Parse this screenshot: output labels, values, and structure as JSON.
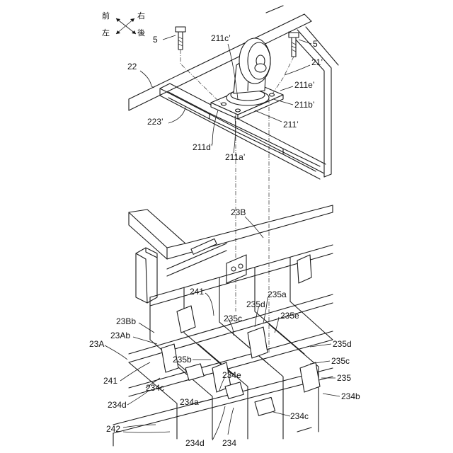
{
  "direction_legend": {
    "front": "前",
    "right": "右",
    "left": "左",
    "rear": "後"
  },
  "labels": {
    "bolt_left": "5",
    "bolt_right": "5",
    "frame": "22",
    "rail": "223’",
    "caster_c": "211c’",
    "caster": "21’",
    "caster_e": "211e’",
    "caster_b": "211b’",
    "caster_main": "211’",
    "caster_d": "211d’",
    "caster_a": "211a’",
    "frame_b": "23B",
    "n241_upper": "241",
    "n235a": "235a",
    "n235d_upper": "235d",
    "n235c_upper": "235c",
    "n235e": "235e",
    "n23Bb": "23Bb",
    "n23Ab": "23Ab",
    "frame_a": "23A",
    "n235d_right": "235d",
    "n235c_right": "235c",
    "n235b": "235b",
    "n234e": "234e",
    "n235": "235",
    "n241_lower": "241",
    "n234c_left": "234c",
    "n234b": "234b",
    "n234d_left": "234d",
    "n234a": "234a",
    "n234c_right": "234c",
    "n242": "242",
    "n234d_bottom": "234d",
    "n234": "234"
  }
}
